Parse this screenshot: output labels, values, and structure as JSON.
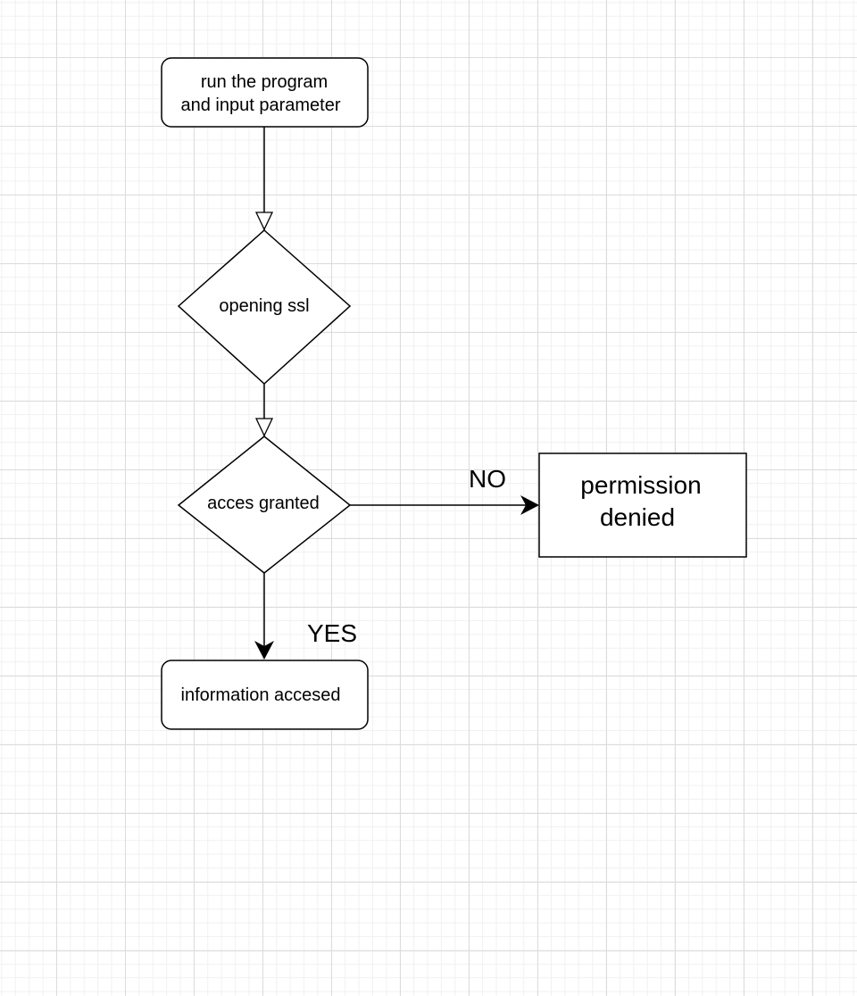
{
  "diagram": {
    "nodes": {
      "start": {
        "lines": [
          "run the program",
          "and input parameter"
        ]
      },
      "ssl": {
        "lines": [
          "opening ssl"
        ]
      },
      "access": {
        "lines": [
          "acces granted"
        ]
      },
      "denied": {
        "lines": [
          "permission",
          "denied"
        ]
      },
      "info": {
        "lines": [
          "information accesed"
        ]
      }
    },
    "edges": {
      "no_label": "NO",
      "yes_label": "YES"
    }
  }
}
